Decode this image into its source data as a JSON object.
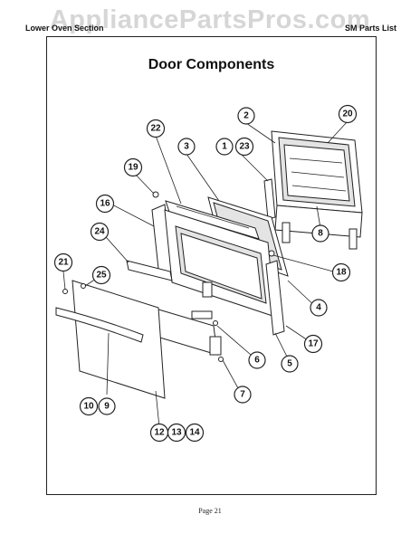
{
  "watermark": "AppliancePartsPros.com",
  "header": {
    "left": "Lower Oven Section",
    "right": "SM Parts List"
  },
  "title": "Door Components",
  "footer": {
    "page": "Page 21"
  },
  "callouts": [
    {
      "id": "c2",
      "label": "2"
    },
    {
      "id": "c20",
      "label": "20"
    },
    {
      "id": "c22",
      "label": "22"
    },
    {
      "id": "c3",
      "label": "3"
    },
    {
      "id": "c1",
      "label": "1"
    },
    {
      "id": "c23",
      "label": "23"
    },
    {
      "id": "c19",
      "label": "19"
    },
    {
      "id": "c16",
      "label": "16"
    },
    {
      "id": "c8",
      "label": "8"
    },
    {
      "id": "c24",
      "label": "24"
    },
    {
      "id": "c18",
      "label": "18"
    },
    {
      "id": "c21",
      "label": "21"
    },
    {
      "id": "c25",
      "label": "25"
    },
    {
      "id": "c4",
      "label": "4"
    },
    {
      "id": "c17",
      "label": "17"
    },
    {
      "id": "c5",
      "label": "5"
    },
    {
      "id": "c6",
      "label": "6"
    },
    {
      "id": "c7",
      "label": "7"
    },
    {
      "id": "c10",
      "label": "10"
    },
    {
      "id": "c9",
      "label": "9"
    },
    {
      "id": "c12",
      "label": "12"
    },
    {
      "id": "c13",
      "label": "13"
    },
    {
      "id": "c14",
      "label": "14"
    }
  ]
}
